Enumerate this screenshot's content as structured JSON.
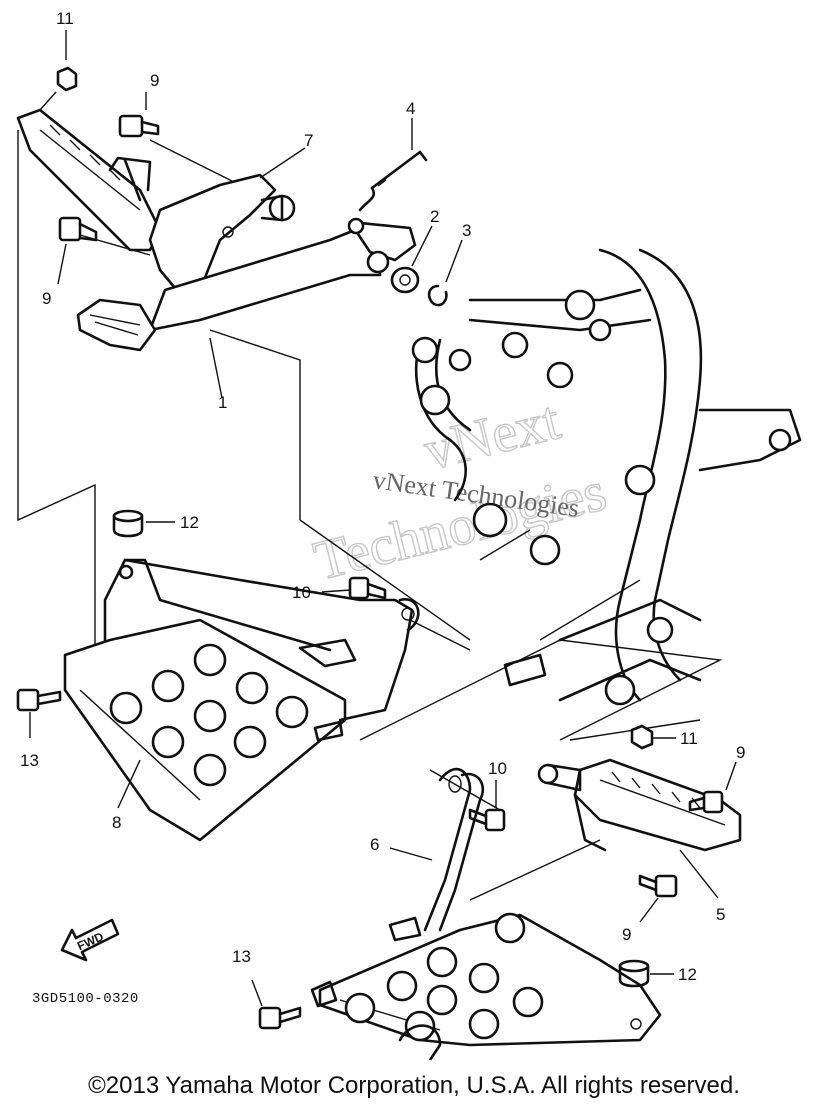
{
  "callouts": {
    "c1": "1",
    "c2": "2",
    "c3": "3",
    "c4": "4",
    "c5": "5",
    "c6": "6",
    "c7": "7",
    "c8": "8",
    "c9a": "9",
    "c9b": "9",
    "c9c": "9",
    "c9d": "9",
    "c10a": "10",
    "c10b": "10",
    "c11a": "11",
    "c11b": "11",
    "c12a": "12",
    "c12b": "12",
    "c13a": "13",
    "c13b": "13"
  },
  "fwd_label": "FWD",
  "part_code": "3GD5100-0320",
  "watermark": {
    "main": "vNext Technologies",
    "big1": "vNext",
    "big2": "Technologies"
  },
  "footer": "©2013 Yamaha Motor Corporation, U.S.A. All rights reserved."
}
